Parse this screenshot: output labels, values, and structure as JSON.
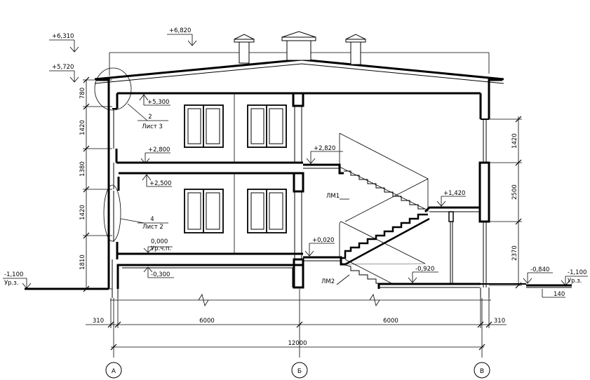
{
  "elevations": {
    "top_chimney": "+6,310",
    "ridge": "+6,820",
    "eave": "+5,720",
    "ceiling_2": "+5,300",
    "floor_2_upper": "+2,800",
    "floor_2_lower": "+2,500",
    "stair_top": "+2,820",
    "landing": "+1,420",
    "stair_bottom": "+0,020",
    "floor_1": "0,000",
    "floor_1_label": "Ур.ч.п.",
    "below_floor": "-0,300",
    "basement": "-0,920",
    "ground_right": "-0,840",
    "ground_left": "-1,100",
    "ground_left_label": "Ур.з.",
    "ground_far_right": "-1,100",
    "ground_far_right_label": "Ур.з."
  },
  "callouts": {
    "c1_num": "2",
    "c1_sheet": "Лист 3",
    "c2_num": "4",
    "c2_sheet": "Лист 2"
  },
  "stairs": {
    "upper": "ЛМ1",
    "lower": "ЛМ2"
  },
  "dims_left": [
    "780",
    "1420",
    "1380",
    "1420",
    "1810"
  ],
  "dims_right": [
    "1420",
    "2500",
    "2370"
  ],
  "dims_bottom": {
    "left_offset": "310",
    "span_ab": "6000",
    "span_bv": "6000",
    "right_offset": "310",
    "total": "12000",
    "foot_right": "140"
  },
  "axes": [
    "А",
    "Б",
    "В"
  ]
}
